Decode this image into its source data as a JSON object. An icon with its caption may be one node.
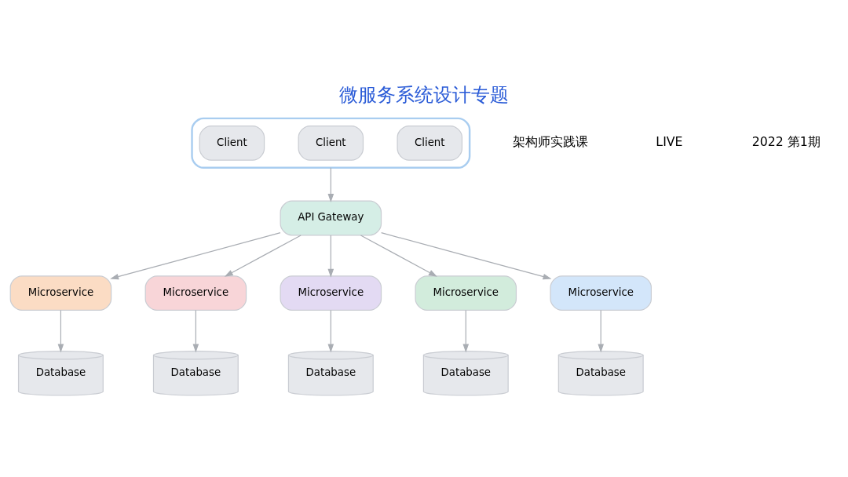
{
  "diagram": {
    "title": "微服务系统设计专题",
    "nodes": [
      {
        "text": [],
        "shape": "box"
      },
      {
        "text": [
          "Client"
        ],
        "in": 0
      },
      {
        "text": [
          "Client"
        ],
        "in": 0
      },
      {
        "text": [
          "Client"
        ],
        "in": 0
      },
      {
        "text": [
          "API Gateway"
        ]
      },
      {
        "text": [
          "Microservice"
        ]
      },
      {
        "text": [
          "Microservice"
        ]
      },
      {
        "text": [
          "Microservice"
        ]
      },
      {
        "text": [
          "Microservice"
        ]
      },
      {
        "text": [
          "Microservice"
        ]
      },
      {
        "text": [
          "Database"
        ]
      },
      {
        "text": [
          "Database"
        ]
      },
      {
        "text": [
          "Database"
        ]
      },
      {
        "text": [
          "Database"
        ]
      },
      {
        "text": [
          "Database"
        ]
      }
    ],
    "edges": [
      {
        "from": 0,
        "to": 4,
        "arrow": "to"
      },
      {
        "from": 4,
        "to": 5,
        "arrow": "to"
      },
      {
        "from": 4,
        "to": 6,
        "arrow": "to"
      },
      {
        "from": 4,
        "to": 7,
        "arrow": "to"
      },
      {
        "from": 4,
        "to": 8,
        "arrow": "to"
      },
      {
        "from": 4,
        "to": 9,
        "arrow": "to"
      },
      {
        "from": 5,
        "to": 10,
        "arrow": "to"
      },
      {
        "from": 6,
        "to": 11,
        "arrow": "to"
      },
      {
        "from": 7,
        "to": 12,
        "arrow": "to"
      },
      {
        "from": 8,
        "to": 13,
        "arrow": "to"
      },
      {
        "from": 9,
        "to": 14,
        "arrow": "to"
      }
    ],
    "labels": [
      "架构师实践课",
      "LIVE",
      "2022 第1期"
    ]
  }
}
